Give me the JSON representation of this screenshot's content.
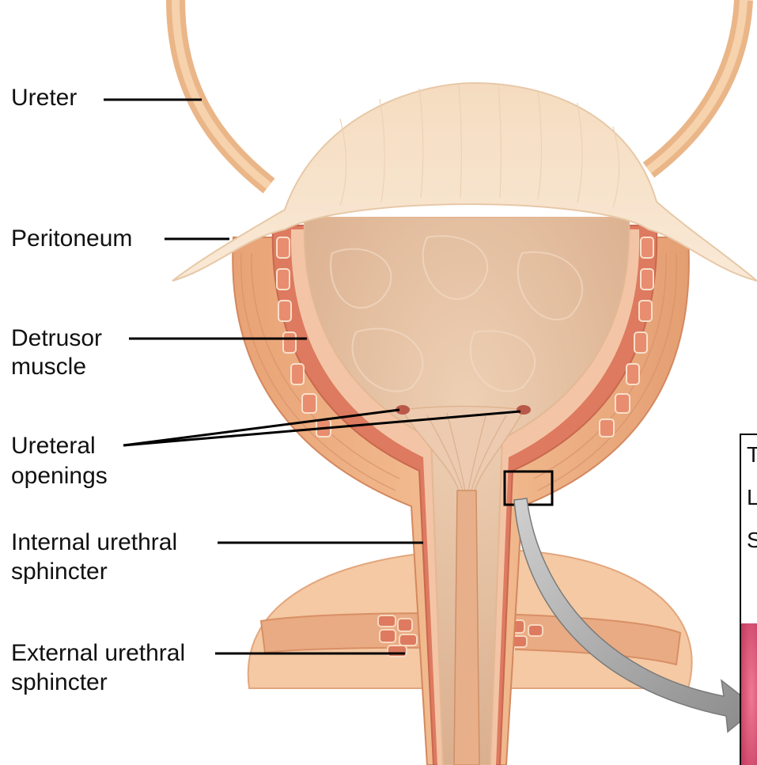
{
  "labels": {
    "ureter": "Ureter",
    "peritoneum": "Peritoneum",
    "detrusor_1": "Detrusor",
    "detrusor_2": "muscle",
    "ureteral_1": "Ureteral",
    "ureteral_2": "openings",
    "internal_1": "Internal urethral",
    "internal_2": "sphincter",
    "external_1": "External urethral",
    "external_2": "sphincter"
  },
  "inset": {
    "line_1": "T",
    "line_2": "L",
    "line_3": "S"
  },
  "colors": {
    "ureter": "#f2c08f",
    "peritoneum": "#f8e3c9",
    "wall": "#f0b487",
    "wall_dark": "#dc8e66",
    "muscle_band": "#dd7a5f",
    "lumen": "#e8c4a4",
    "inset_tissue": "#e75a7c"
  }
}
